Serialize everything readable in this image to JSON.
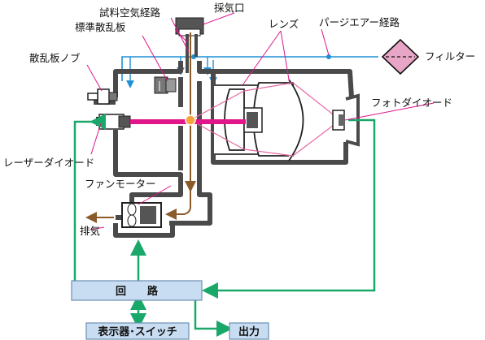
{
  "labels": {
    "sample_air_path": "試料空気経路",
    "intake": "採気口",
    "standard_scatter_plate": "標準散乱板",
    "lens": "レンズ",
    "purge_air_path": "パージエアー経路",
    "scatter_plate_knob": "散乱板ノブ",
    "filter": "フィルター",
    "photodiode": "フォトダイオード",
    "laser_diode": "レーザーダイオード",
    "fan_motor": "ファンモーター",
    "exhaust": "排気"
  },
  "boxes": {
    "circuit": "回　　路",
    "display_switch": "表示器･スイッチ",
    "output": "出力"
  },
  "colors": {
    "housing": "#4a4a4a",
    "laser_beam": "#e0168a",
    "scatter_light": "#e86aa6",
    "signal": "#1aa86a",
    "purge_air": "#1f8fd6",
    "sample_air": "#8b5a2b",
    "box_fill": "#c9ddf2"
  }
}
